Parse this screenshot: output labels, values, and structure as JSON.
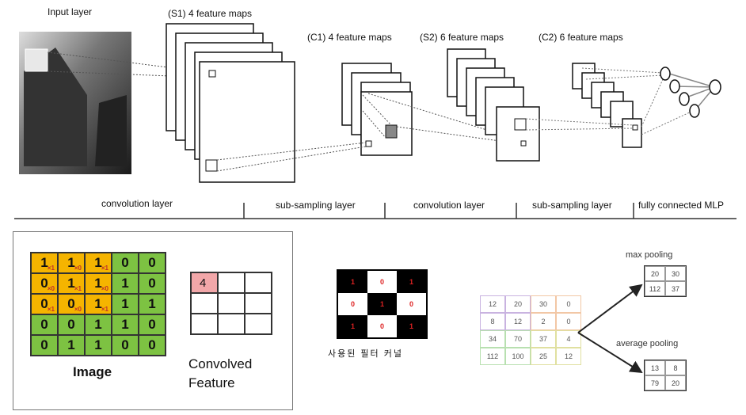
{
  "cnn": {
    "input_layer": "Input layer",
    "s1": "(S1) 4 feature maps",
    "c1": "(C1) 4 feature maps",
    "s2": "(S2) 6 feature maps",
    "c2": "(C2) 6 feature maps",
    "stages": [
      "convolution layer",
      "sub-sampling layer",
      "convolution layer",
      "sub-sampling layer",
      "fully connected MLP"
    ]
  },
  "conv_example": {
    "image_label": "Image",
    "feature_label_1": "Convolved",
    "feature_label_2": "Feature",
    "image_values": [
      [
        "1",
        "1",
        "1",
        "0",
        "0"
      ],
      [
        "0",
        "1",
        "1",
        "1",
        "0"
      ],
      [
        "0",
        "0",
        "1",
        "1",
        "1"
      ],
      [
        "0",
        "0",
        "1",
        "1",
        "0"
      ],
      [
        "0",
        "1",
        "1",
        "0",
        "0"
      ]
    ],
    "image_subscripts": [
      [
        "×1",
        "×0",
        "×1"
      ],
      [
        "×0",
        "×1",
        "×0"
      ],
      [
        "×1",
        "×0",
        "×1"
      ]
    ],
    "feature_first_value": "4",
    "colors": {
      "highlight": "#f5b400",
      "image_bg": "#7dc242",
      "feature_highlight": "#f2a7a9"
    }
  },
  "kernel": {
    "caption": "사용된 필터 커널",
    "values": [
      [
        "1",
        "0",
        "1"
      ],
      [
        "0",
        "1",
        "0"
      ],
      [
        "1",
        "0",
        "1"
      ]
    ]
  },
  "pooling": {
    "max_label": "max pooling",
    "avg_label": "average pooling",
    "input": [
      [
        "12",
        "20",
        "30",
        "0"
      ],
      [
        "8",
        "12",
        "2",
        "0"
      ],
      [
        "34",
        "70",
        "37",
        "4"
      ],
      [
        "112",
        "100",
        "25",
        "12"
      ]
    ],
    "max_out": [
      [
        "20",
        "30"
      ],
      [
        "112",
        "37"
      ]
    ],
    "avg_out": [
      [
        "13",
        "8"
      ],
      [
        "79",
        "20"
      ]
    ]
  }
}
